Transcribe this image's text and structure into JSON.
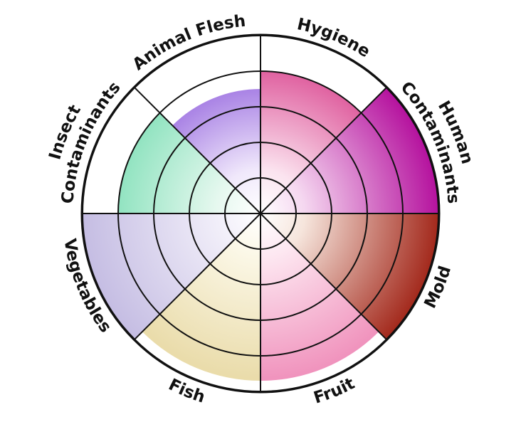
{
  "chart_data": {
    "type": "radial-bar",
    "title": "",
    "max": 5,
    "rings": [
      1,
      2,
      3,
      4,
      5
    ],
    "categories": [
      {
        "label": "Hygiene",
        "lines": [
          "Hygiene"
        ],
        "value": 4,
        "color": "#d63384",
        "light": "#fbe3ef"
      },
      {
        "label": "Human Contaminants",
        "lines": [
          "Human",
          "Contaminants"
        ],
        "value": 5,
        "color": "#b5129e",
        "light": "#f5d7f0"
      },
      {
        "label": "Mold",
        "lines": [
          "Mold"
        ],
        "value": 5,
        "color": "#a3291c",
        "light": "#f6e5dc"
      },
      {
        "label": "Fruit",
        "lines": [
          "Fruit"
        ],
        "value": 4.7,
        "color": "#ef8bb8",
        "light": "#fde7f1"
      },
      {
        "label": "Fish",
        "lines": [
          "Fish"
        ],
        "value": 4.7,
        "color": "#e8d9a4",
        "light": "#fbf7e6"
      },
      {
        "label": "Vegetables",
        "lines": [
          "Vegetables"
        ],
        "value": 5,
        "color": "#c5bde3",
        "light": "#f1eef9"
      },
      {
        "label": "Insect Contaminants",
        "lines": [
          "Insect",
          "Contaminants"
        ],
        "value": 4,
        "color": "#73dcb0",
        "light": "#e6f8ef"
      },
      {
        "label": "Animal Flesh",
        "lines": [
          "Animal Flesh"
        ],
        "value": 3.5,
        "color": "#7a3fd6",
        "light": "#f0e8fb"
      }
    ]
  }
}
